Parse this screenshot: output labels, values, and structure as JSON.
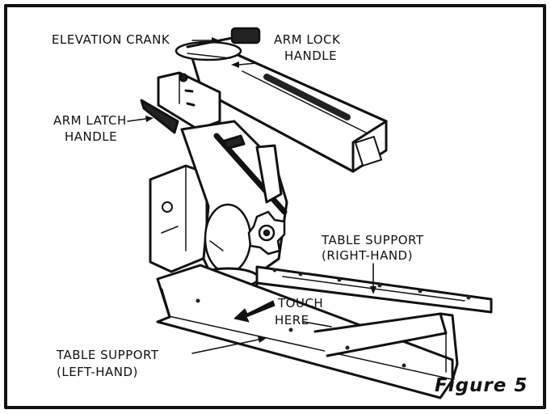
{
  "labels": {
    "elevation_crank": "ELEVATION CRANK",
    "arm_lock_line1": "ARM LOCK",
    "arm_lock_line2": "HANDLE",
    "arm_latch_line1": "ARM LATCH",
    "arm_latch_line2": "HANDLE",
    "table_support_right_line1": "TABLE SUPPORT",
    "table_support_right_line2": "(RIGHT-HAND)",
    "touch_line1": "TOUCH",
    "touch_line2": "HERE",
    "table_support_left_line1": "TABLE SUPPORT",
    "table_support_left_line2": "(LEFT-HAND)"
  },
  "figure_label": "Figure 5",
  "colors": {
    "ink": "#111111",
    "paper": "#ffffff"
  }
}
